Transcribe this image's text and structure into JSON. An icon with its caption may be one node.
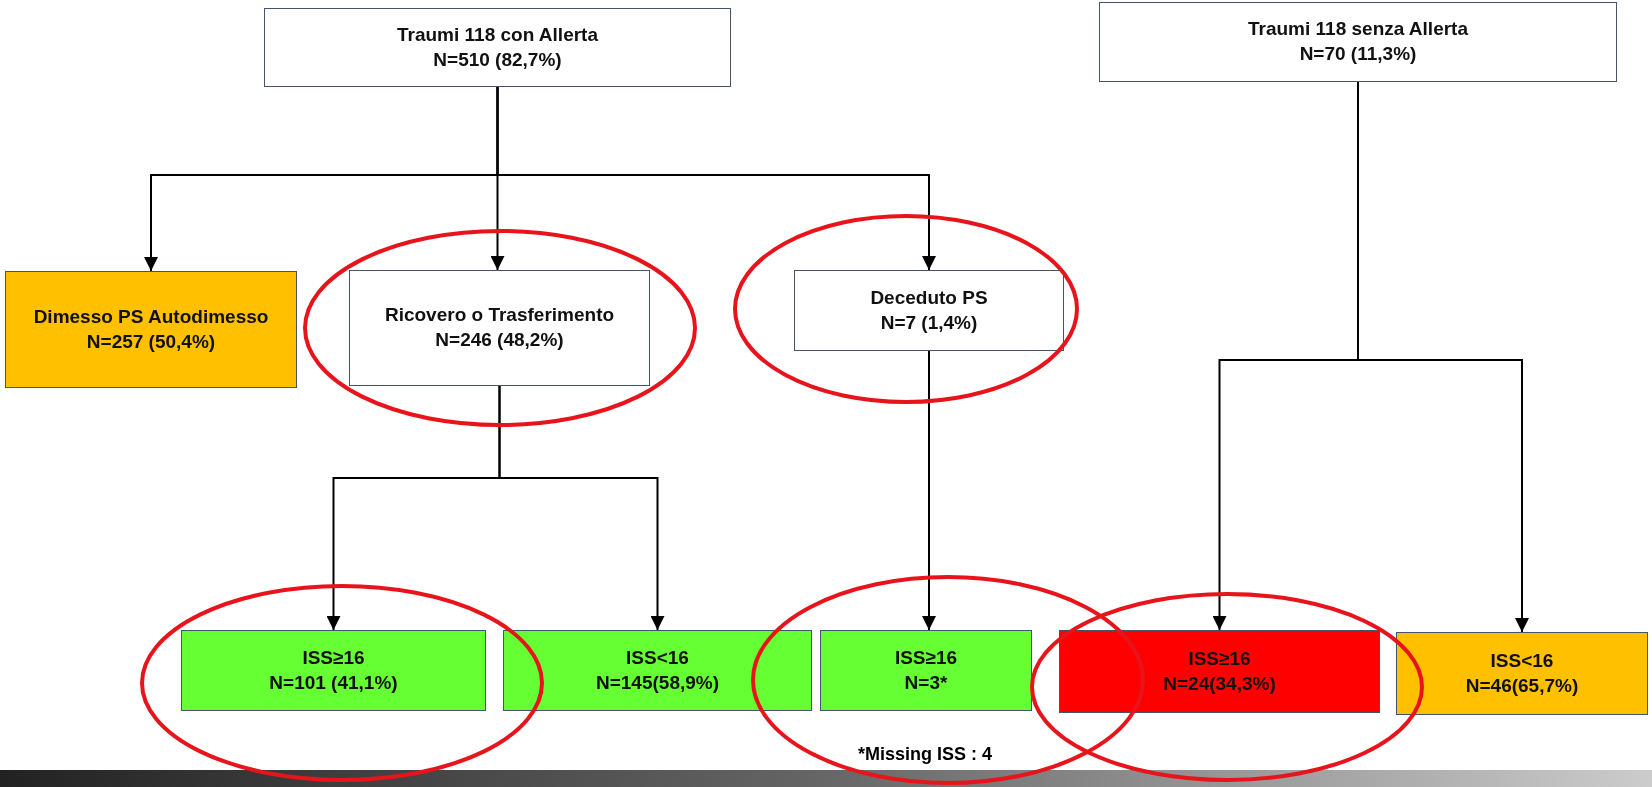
{
  "diagram": {
    "nodes": [
      {
        "text": [
          "Traumi 118 con Allerta",
          "N=510 (82,7%)"
        ]
      },
      {
        "text": [
          "Traumi 118 senza Allerta",
          "N=70 (11,3%)"
        ]
      },
      {
        "text": [
          "Dimesso PS Autodimesso",
          "N=257 (50,4%)"
        ]
      },
      {
        "text": [
          "Ricovero o Trasferimento",
          "N=246 (48,2%)"
        ]
      },
      {
        "text": [
          "Deceduto PS",
          "N=7 (1,4%)"
        ]
      },
      {
        "text": [
          "ISS≥16",
          "N=101 (41,1%)"
        ]
      },
      {
        "text": [
          "ISS<16",
          "N=145(58,9%)"
        ]
      },
      {
        "text": [
          "ISS≥16",
          "N=3*"
        ]
      },
      {
        "text": [
          "ISS≥16",
          "N=24(34,3%)"
        ]
      },
      {
        "text": [
          "ISS<16",
          "N=46(65,7%)"
        ]
      }
    ],
    "edges": [
      {
        "from": 0,
        "to": 2,
        "arrow": "to"
      },
      {
        "from": 0,
        "to": 3,
        "arrow": "to"
      },
      {
        "from": 0,
        "to": 4,
        "arrow": "to"
      },
      {
        "from": 3,
        "to": 5,
        "arrow": "to"
      },
      {
        "from": 3,
        "to": 6,
        "arrow": "to"
      },
      {
        "from": 4,
        "to": 7,
        "arrow": "to"
      },
      {
        "from": 1,
        "to": 8,
        "arrow": "to"
      },
      {
        "from": 1,
        "to": 9,
        "arrow": "to"
      }
    ],
    "labels": [
      "*Missing ISS : 4"
    ]
  }
}
